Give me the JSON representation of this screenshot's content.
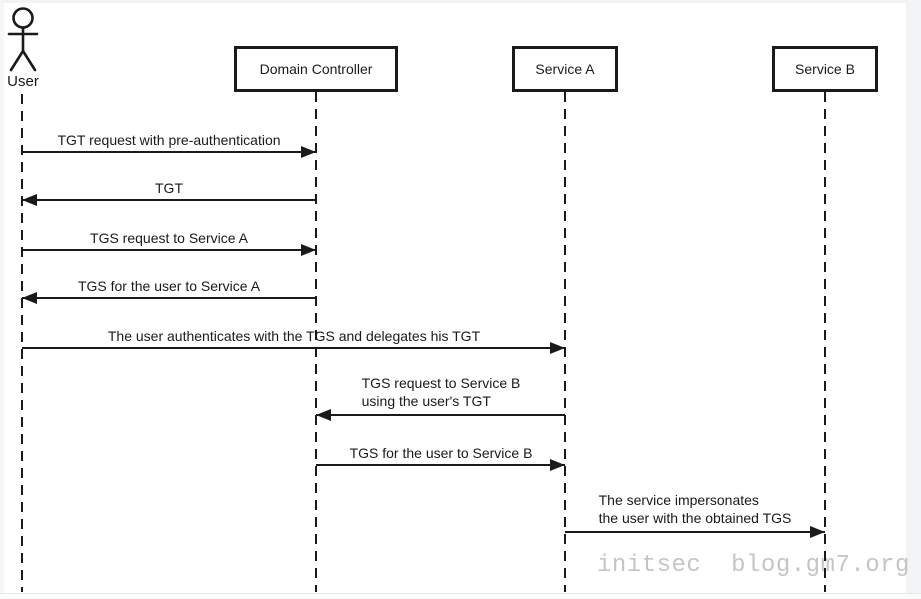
{
  "colors": {
    "line": "#1a1a1a",
    "watermark_text": "#c5c5c5",
    "background": "#ffffff"
  },
  "diagram": {
    "type": "sequence-diagram",
    "participants": [
      {
        "id": "user",
        "kind": "actor",
        "label": "User"
      },
      {
        "id": "domain-controller",
        "kind": "box",
        "label": "Domain Controller"
      },
      {
        "id": "service-a",
        "kind": "box",
        "label": "Service A"
      },
      {
        "id": "service-b",
        "kind": "box",
        "label": "Service B"
      }
    ],
    "messages": [
      {
        "from": "User",
        "to": "Domain Controller",
        "direction": "right",
        "text": "TGT request with pre-authentication"
      },
      {
        "from": "Domain Controller",
        "to": "User",
        "direction": "left",
        "text": "TGT"
      },
      {
        "from": "User",
        "to": "Domain Controller",
        "direction": "right",
        "text": "TGS request to Service A"
      },
      {
        "from": "Domain Controller",
        "to": "User",
        "direction": "left",
        "text": "TGS for the user to Service A"
      },
      {
        "from": "User",
        "to": "Service A",
        "direction": "right",
        "text": "The user authenticates with the TGS and delegates his TGT"
      },
      {
        "from": "Service A",
        "to": "Domain Controller",
        "direction": "left",
        "lines": [
          "TGS request to Service B",
          "using the user's TGT"
        ]
      },
      {
        "from": "Domain Controller",
        "to": "Service A",
        "direction": "right",
        "text": "TGS for the user to Service B"
      },
      {
        "from": "Service A",
        "to": "Service B",
        "direction": "right",
        "lines": [
          "The service impersonates",
          "the user with the obtained TGS"
        ]
      }
    ],
    "watermark": "initsec  blog.gm7.org"
  }
}
